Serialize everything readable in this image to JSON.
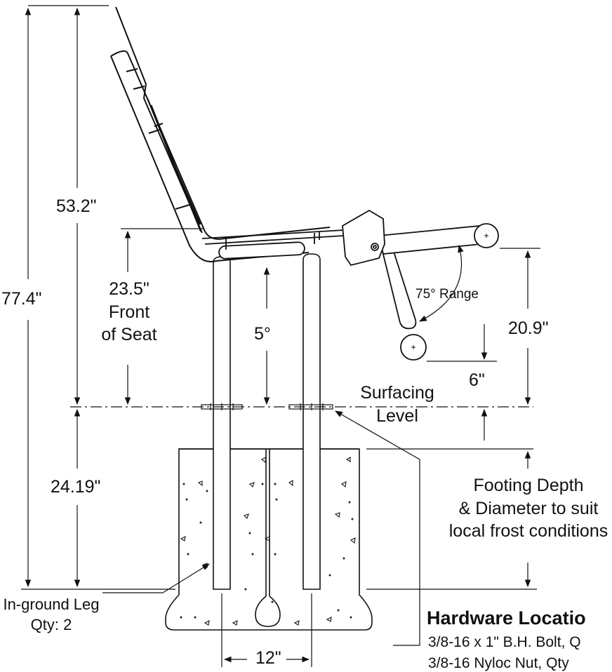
{
  "dimensions": {
    "overall_height": "77.4\"",
    "back_height": "53.2\"",
    "seat_front": "23.5\"",
    "seat_front_line2": "Front",
    "seat_front_line3": "of Seat",
    "seat_angle": "5°",
    "embed_depth": "24.19\"",
    "leg_spacing": "12\"",
    "arm_height": "20.9\"",
    "arm_drop": "6\"",
    "arm_range": "75° Range"
  },
  "surfacing": {
    "line1": "Surfacing",
    "line2": "Level"
  },
  "footing": {
    "line1": "Footing Depth",
    "line2": "& Diameter to suit",
    "line3": "local frost conditions"
  },
  "leg": {
    "line1": "In-ground Leg",
    "line2": "Qty: 2"
  },
  "hardware": {
    "title": "Hardware Locatio",
    "line1": "3/8-16 x 1\" B.H. Bolt, Q",
    "line2": "3/8-16 Nyloc Nut, Qty"
  }
}
